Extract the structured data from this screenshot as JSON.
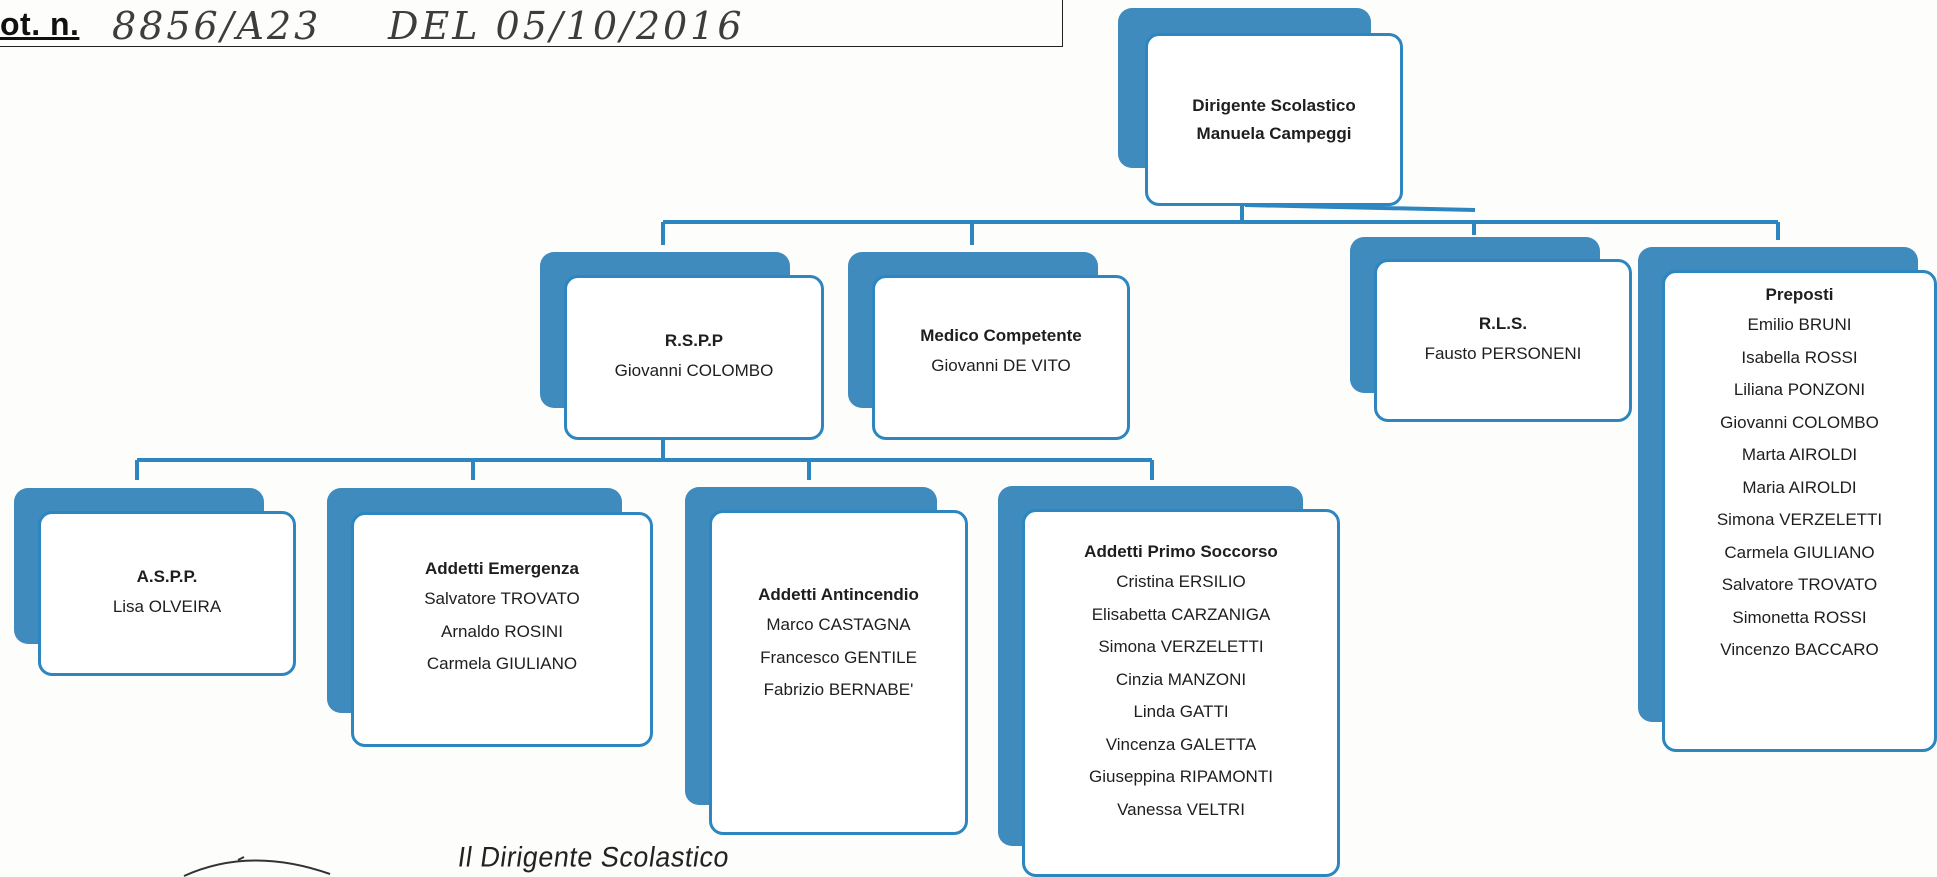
{
  "header": {
    "protocol_label": "ot. n.",
    "protocol_number": "8856/A23",
    "protocol_date": "DEL 05/10/2016"
  },
  "org": {
    "head": {
      "title": "Dirigente Scolastico",
      "members": [
        "Manuela Campeggi"
      ]
    },
    "rspp": {
      "title": "R.S.P.P",
      "members": [
        "Giovanni COLOMBO"
      ]
    },
    "medico": {
      "title": "Medico Competente",
      "members": [
        "Giovanni DE VITO"
      ]
    },
    "rls": {
      "title": "R.L.S.",
      "members": [
        "Fausto PERSONENI"
      ]
    },
    "preposti": {
      "title": "Preposti",
      "members": [
        "Emilio BRUNI",
        "Isabella ROSSI",
        "Liliana PONZONI",
        "Giovanni COLOMBO",
        "Marta AIROLDI",
        "Maria AIROLDI",
        "Simona VERZELETTI",
        "Carmela GIULIANO",
        "Salvatore TROVATO",
        "Simonetta ROSSI",
        "Vincenzo BACCARO"
      ]
    },
    "aspp": {
      "title": "A.S.P.P.",
      "members": [
        "Lisa OLVEIRA"
      ]
    },
    "emergenza": {
      "title": "Addetti Emergenza",
      "members": [
        "Salvatore TROVATO",
        "Arnaldo ROSINI",
        "Carmela GIULIANO"
      ]
    },
    "antincendio": {
      "title": "Addetti Antincendio",
      "members": [
        "Marco CASTAGNA",
        "Francesco GENTILE",
        "Fabrizio BERNABE'"
      ]
    },
    "primo_soccorso": {
      "title": "Addetti Primo Soccorso",
      "members": [
        "Cristina ERSILIO",
        "Elisabetta CARZANIGA",
        "Simona  VERZELETTI",
        "Cinzia MANZONI",
        "Linda GATTI",
        "Vincenza GALETTA",
        "Giuseppina RIPAMONTI",
        "Vanessa VELTRI"
      ]
    }
  },
  "signature": {
    "title": "Il Dirigente  Scolastico"
  },
  "colors": {
    "box_border": "#2d86bf",
    "box_shadow": "#3f8bbd",
    "connector": "#2d86bf"
  }
}
